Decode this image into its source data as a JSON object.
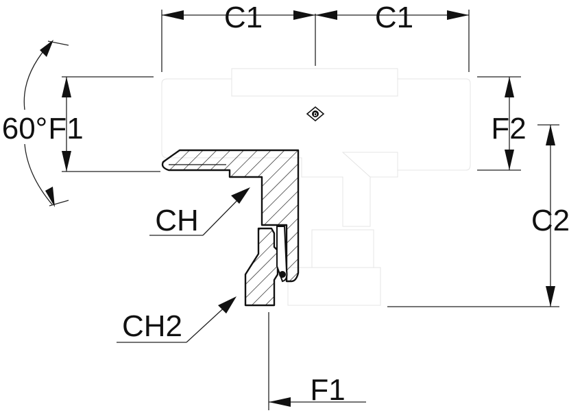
{
  "labels": {
    "c1_left": "C1",
    "c1_right": "C1",
    "angle": "60°",
    "f1_left": "F1",
    "f2": "F2",
    "c2": "C2",
    "ch": "CH",
    "ch2": "CH2",
    "f1_bottom": "F1"
  },
  "logo": {
    "icon": "dunlop-logo-icon"
  },
  "colors": {
    "line": "#111111",
    "background": "#ffffff"
  }
}
